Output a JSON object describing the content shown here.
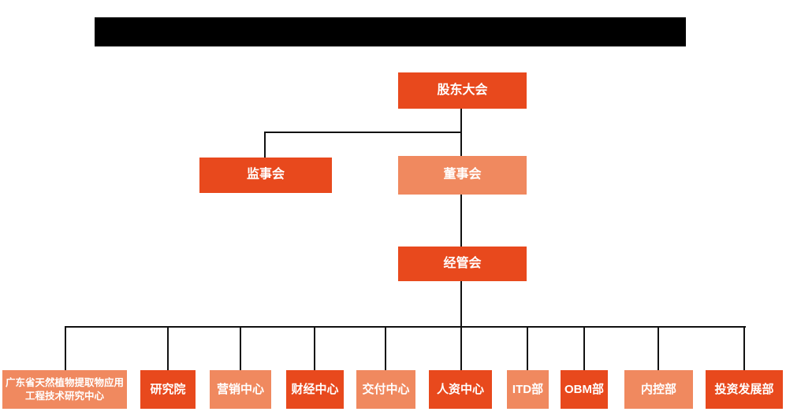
{
  "colors": {
    "primary": "#E8491D",
    "secondary": "#F0895F",
    "line": "#111111",
    "node_text": "#FFFFFF",
    "redaction": "#000000",
    "background": "#FFFFFF"
  },
  "nodes": {
    "shareholders": {
      "label": "股东大会",
      "tone": "primary"
    },
    "supervisory": {
      "label": "监事会",
      "tone": "primary"
    },
    "board": {
      "label": "董事会",
      "tone": "secondary"
    },
    "management": {
      "label": "经管会",
      "tone": "primary"
    },
    "dept1": {
      "label": "广东省天然植物提取物应用工程技术研究中心",
      "tone": "secondary"
    },
    "dept2": {
      "label": "研究院",
      "tone": "primary"
    },
    "dept3": {
      "label": "营销中心",
      "tone": "secondary"
    },
    "dept4": {
      "label": "财经中心",
      "tone": "primary"
    },
    "dept5": {
      "label": "交付中心",
      "tone": "secondary"
    },
    "dept6": {
      "label": "人资中心",
      "tone": "primary"
    },
    "dept7": {
      "label": "ITD部",
      "tone": "secondary"
    },
    "dept8": {
      "label": "OBM部",
      "tone": "primary"
    },
    "dept9": {
      "label": "内控部",
      "tone": "secondary"
    },
    "dept10": {
      "label": "投资发展部",
      "tone": "primary"
    }
  }
}
